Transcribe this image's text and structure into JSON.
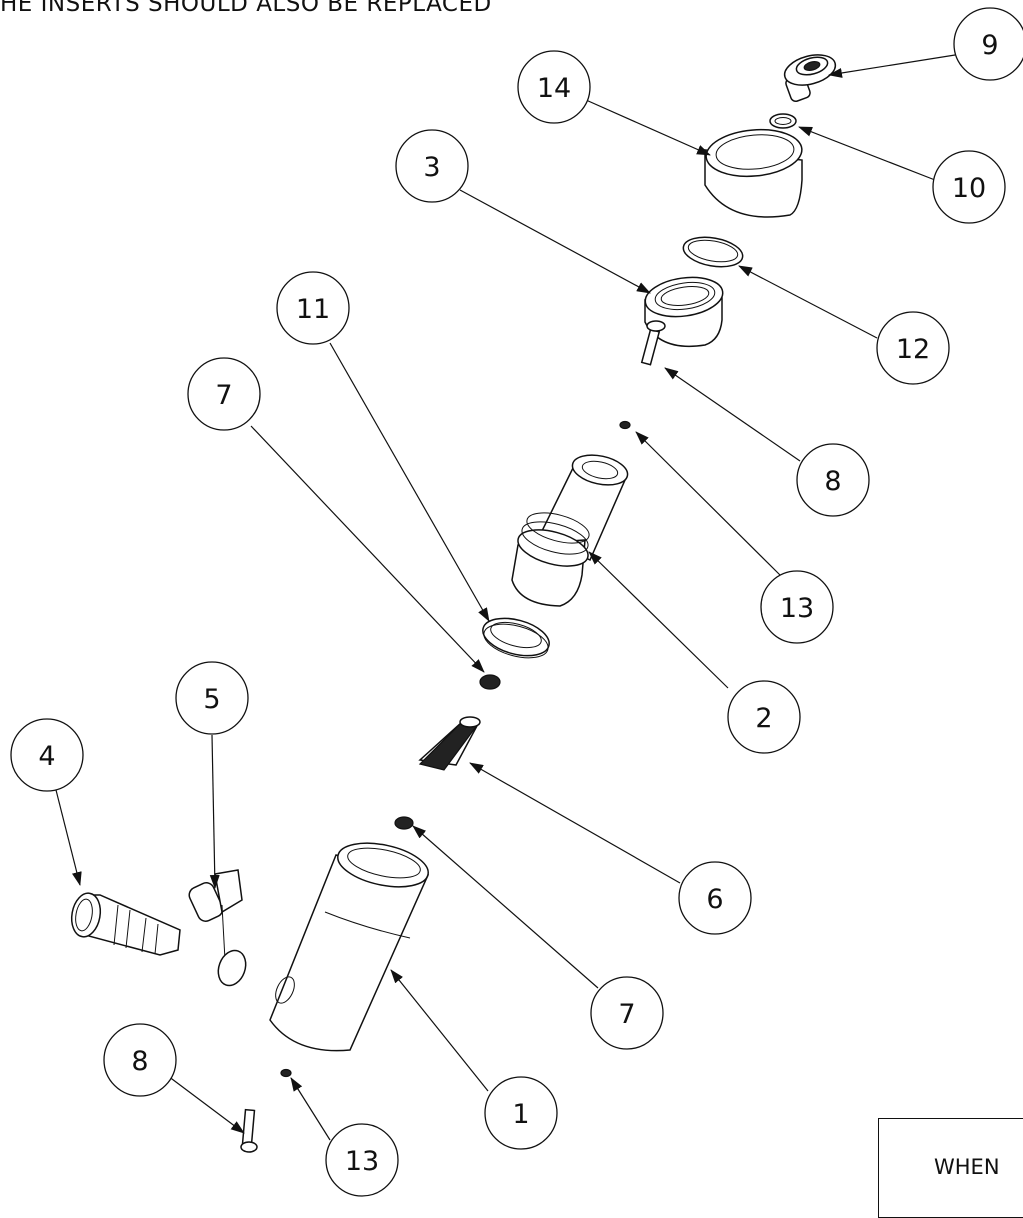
{
  "heading": "HE INSERTS SHOULD ALSO BE REPLACED",
  "note": "WHEN",
  "balloons": [
    {
      "id": "b9",
      "label": "9"
    },
    {
      "id": "b14",
      "label": "14"
    },
    {
      "id": "b10",
      "label": "10"
    },
    {
      "id": "b3",
      "label": "3"
    },
    {
      "id": "b11",
      "label": "11"
    },
    {
      "id": "b12",
      "label": "12"
    },
    {
      "id": "b7a",
      "label": "7"
    },
    {
      "id": "b8a",
      "label": "8"
    },
    {
      "id": "b13a",
      "label": "13"
    },
    {
      "id": "b5",
      "label": "5"
    },
    {
      "id": "b2",
      "label": "2"
    },
    {
      "id": "b4",
      "label": "4"
    },
    {
      "id": "b6",
      "label": "6"
    },
    {
      "id": "b7b",
      "label": "7"
    },
    {
      "id": "b8b",
      "label": "8"
    },
    {
      "id": "b1",
      "label": "1"
    },
    {
      "id": "b13b",
      "label": "13"
    }
  ]
}
